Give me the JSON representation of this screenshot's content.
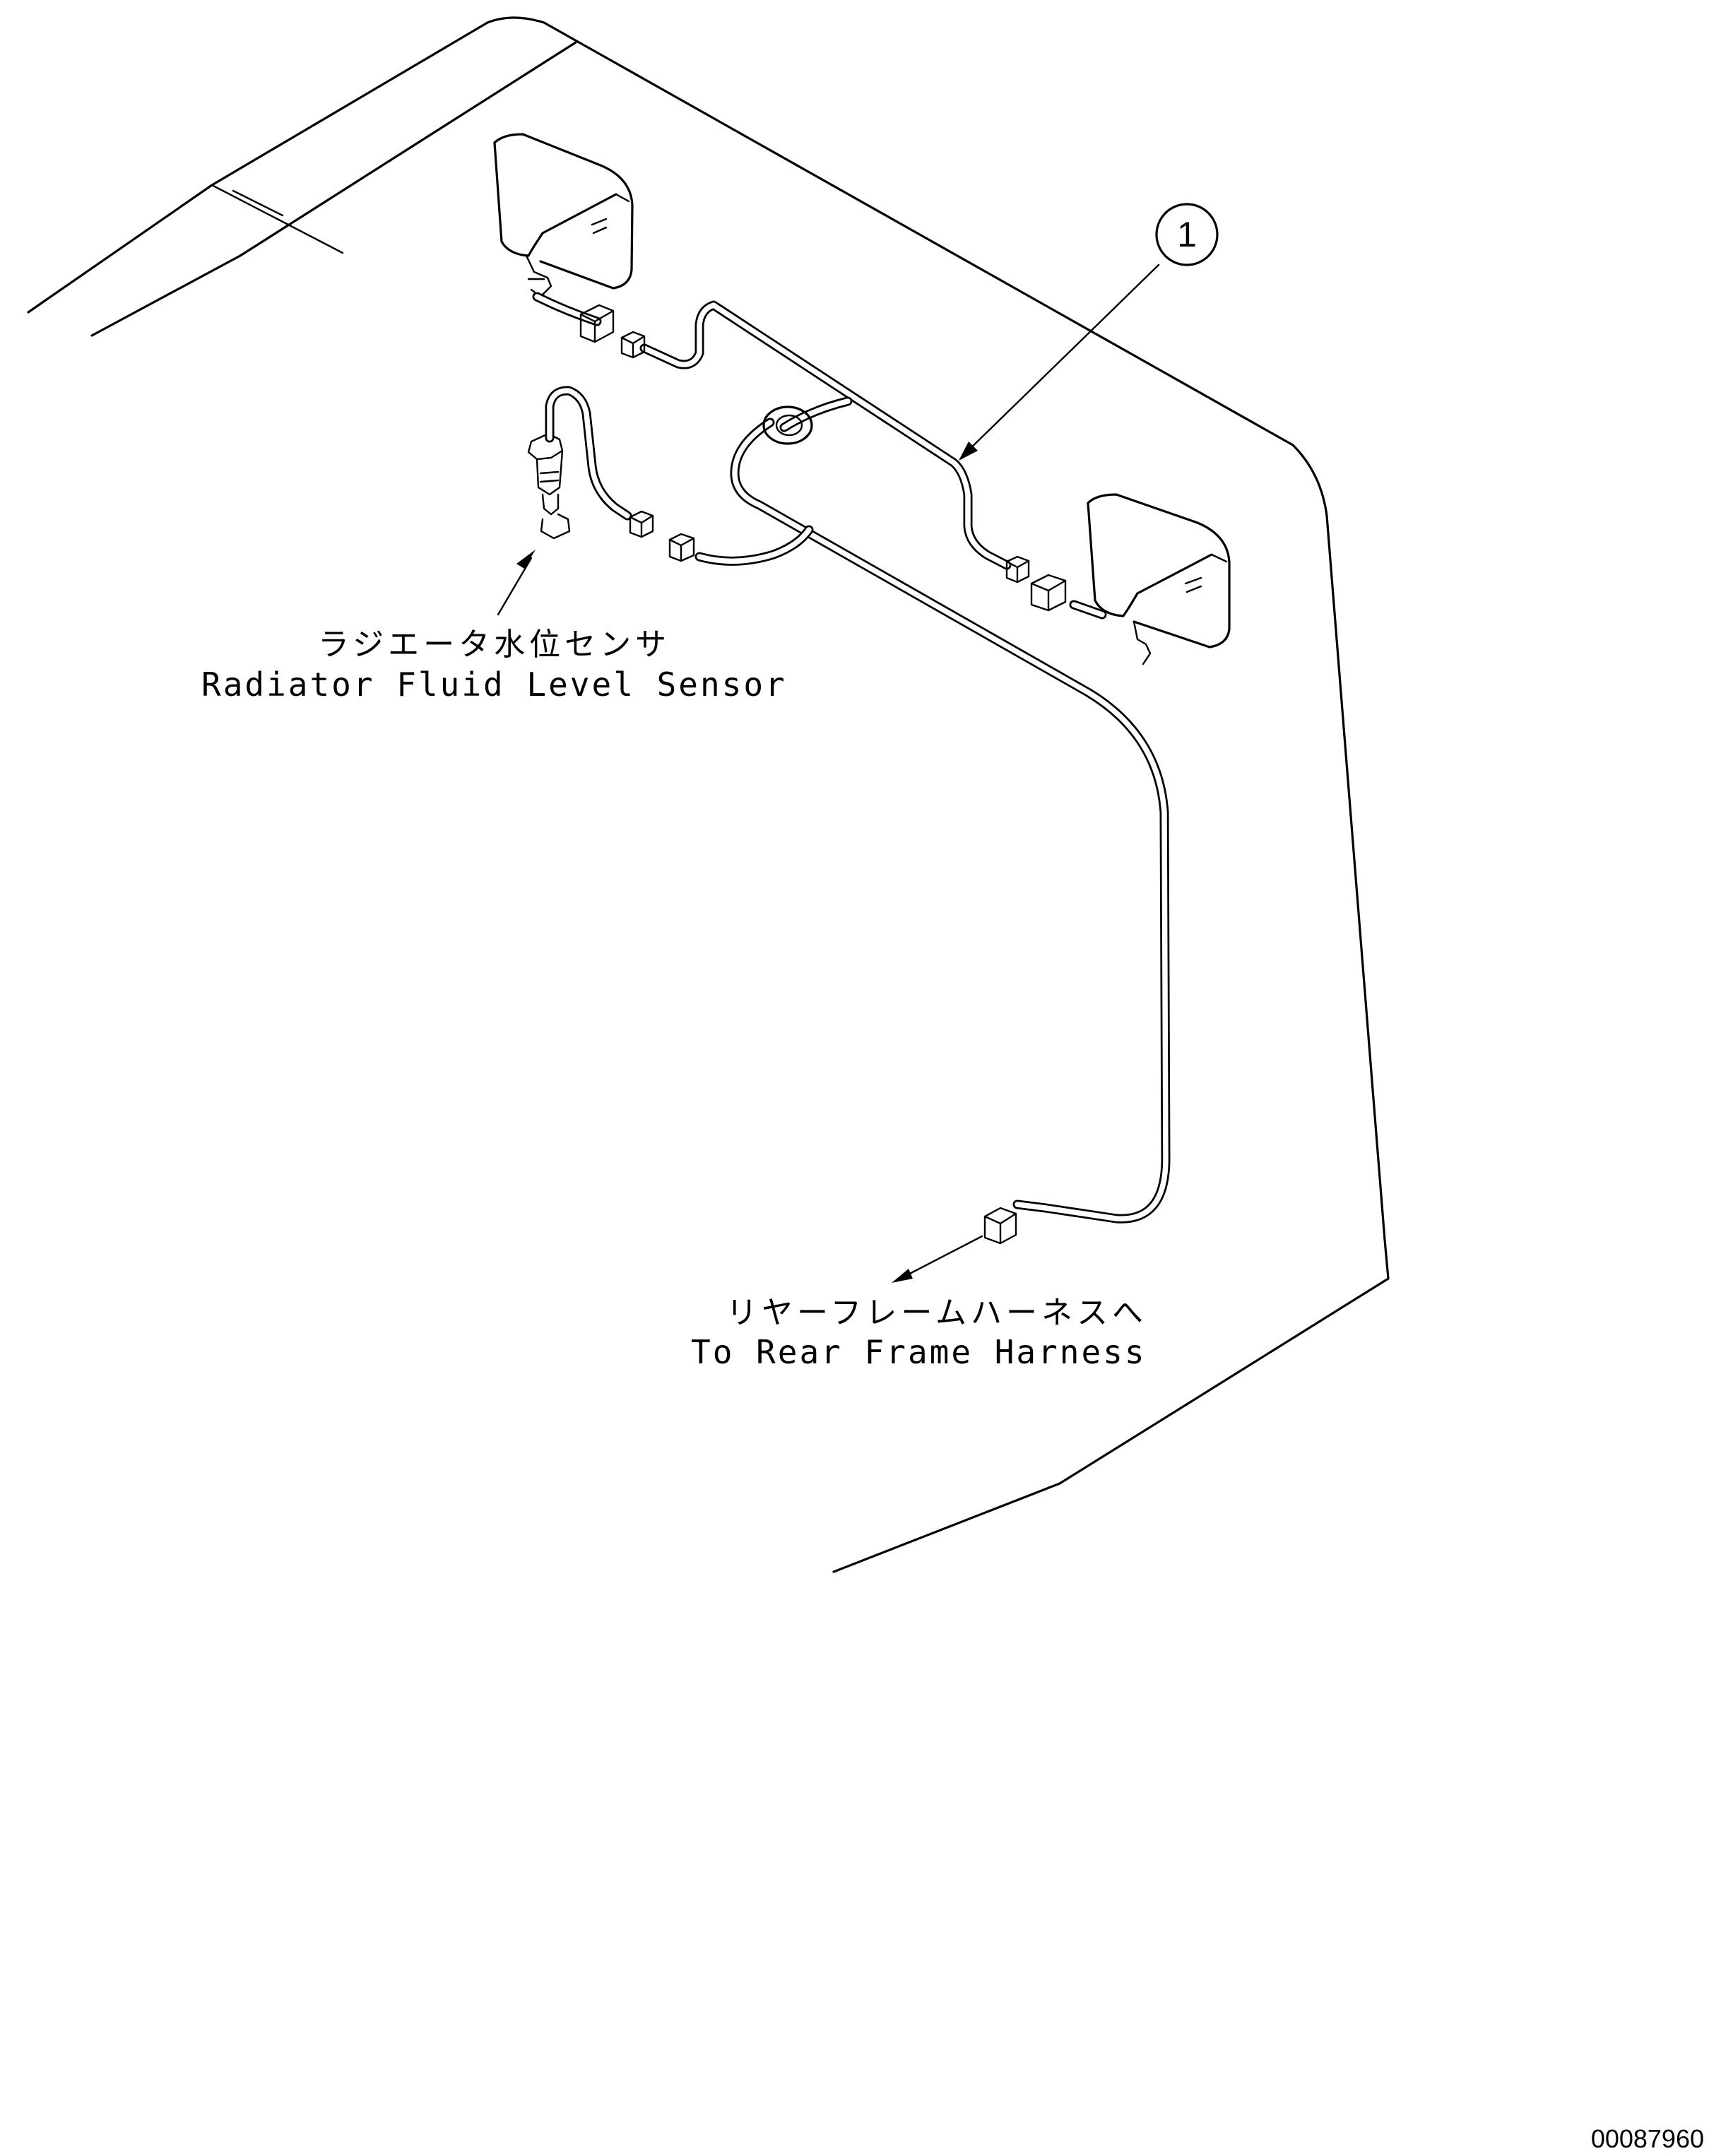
{
  "callout": {
    "number": "1"
  },
  "labels": {
    "radiator_jp": "ラジエータ水位センサ",
    "radiator_en": "Radiator Fluid Level Sensor",
    "rear_jp": "リヤーフレームハーネスへ",
    "rear_en": "To Rear Frame Harness"
  },
  "drawing_number": "00087960",
  "colors": {
    "ink": "#000000",
    "paper": "#ffffff"
  }
}
